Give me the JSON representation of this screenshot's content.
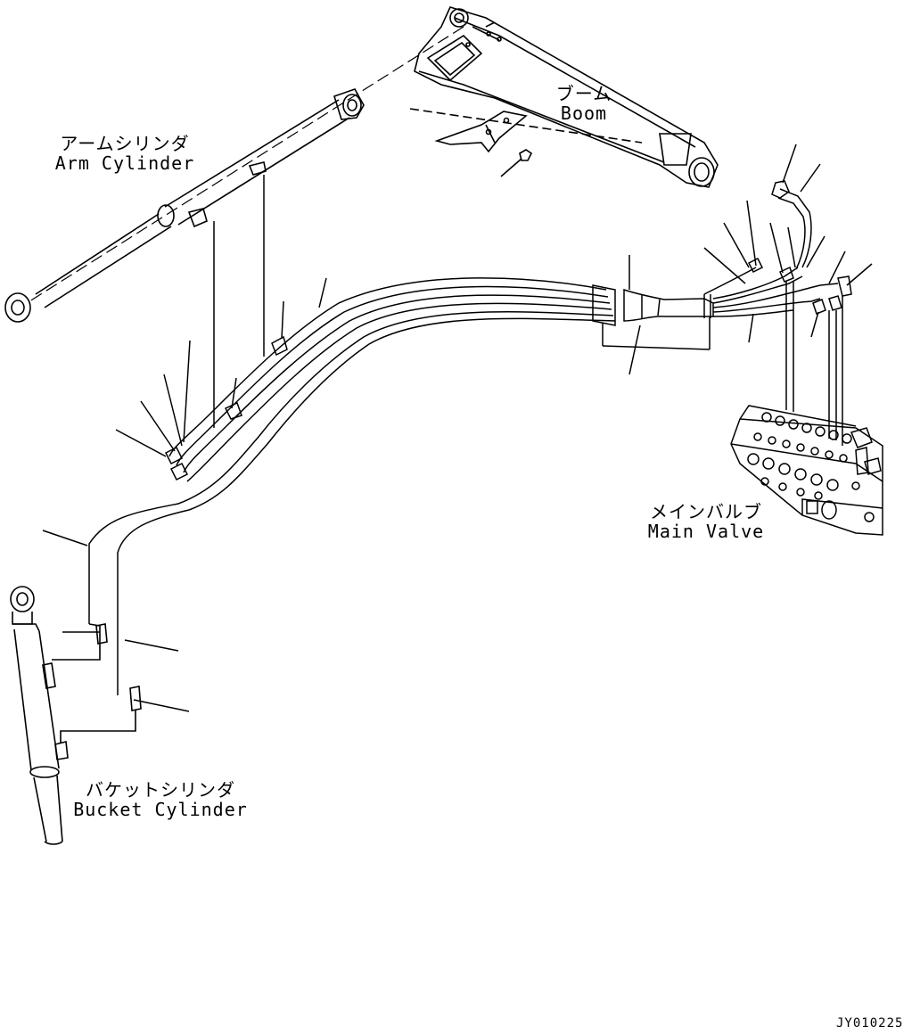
{
  "labels": {
    "boom": {
      "jp": "ブーム",
      "en": "Boom"
    },
    "arm_cylinder": {
      "jp": "アームシリンダ",
      "en": "Arm Cylinder"
    },
    "main_valve": {
      "jp": "メインバルブ",
      "en": "Main Valve"
    },
    "bucket_cylinder": {
      "jp": "バケットシリンダ",
      "en": "Bucket Cylinder"
    }
  },
  "drawing_id": "JY010225"
}
